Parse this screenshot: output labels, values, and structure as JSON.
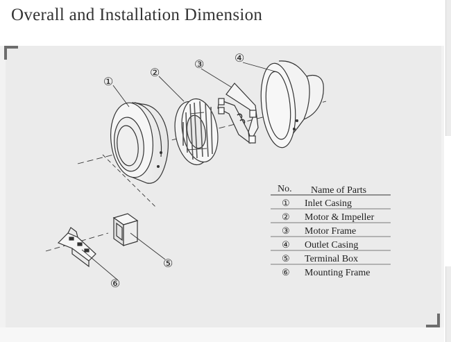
{
  "page": {
    "title": "Overall and Installation Dimension"
  },
  "callouts": [
    {
      "no": "①",
      "part": "inlet-casing"
    },
    {
      "no": "②",
      "part": "motor-impeller"
    },
    {
      "no": "③",
      "part": "motor-frame"
    },
    {
      "no": "④",
      "part": "outlet-casing"
    },
    {
      "no": "⑤",
      "part": "terminal-box"
    },
    {
      "no": "⑥",
      "part": "mounting-frame"
    }
  ],
  "parts_table": {
    "header_no": "No.",
    "header_name": "Name of Parts",
    "rows": [
      {
        "no": "①",
        "name": "Inlet Casing"
      },
      {
        "no": "②",
        "name": "Motor & Impeller"
      },
      {
        "no": "③",
        "name": "Motor Frame"
      },
      {
        "no": "④",
        "name": "Outlet Casing"
      },
      {
        "no": "⑤",
        "name": "Terminal Box"
      },
      {
        "no": "⑥",
        "name": "Mounting Frame"
      }
    ]
  },
  "colors": {
    "panel_background": "#ebebeb",
    "line_art": "#333333",
    "corner_marks": "#6d6d6d"
  }
}
